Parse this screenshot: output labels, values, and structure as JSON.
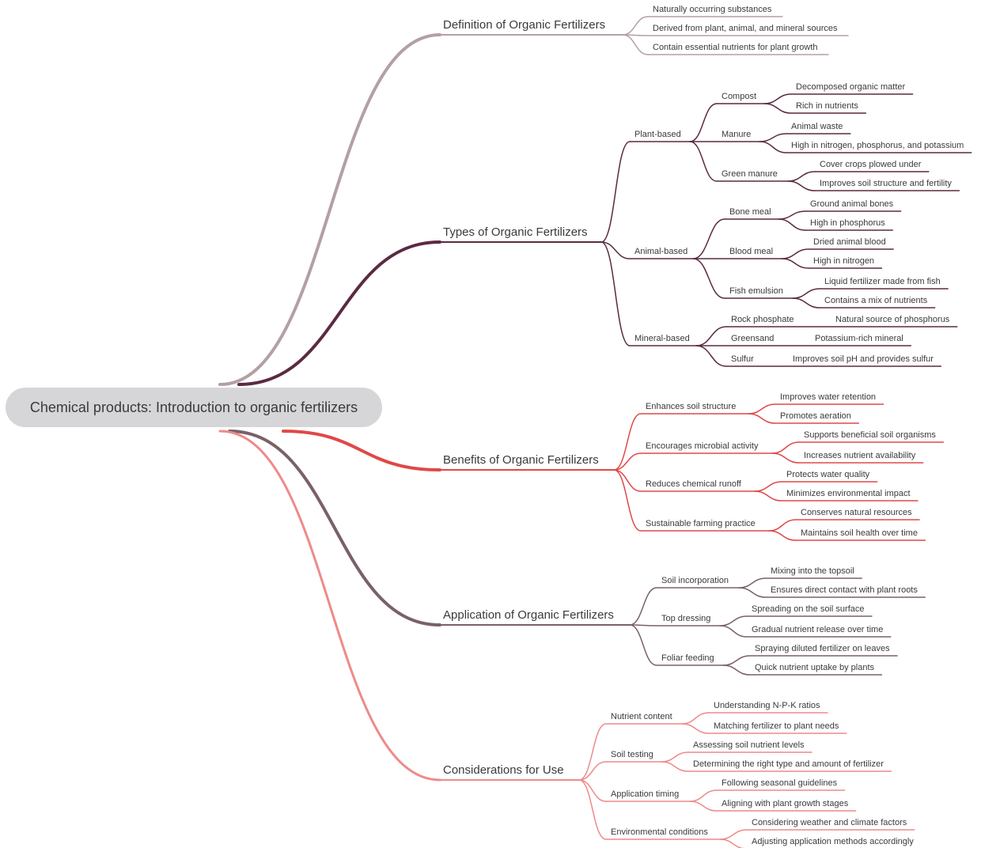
{
  "root": {
    "label": "Chemical products: Introduction to organic fertilizers"
  },
  "branches": [
    {
      "label": "Definition of Organic Fertilizers",
      "color": "#b3a0a3",
      "children": [
        {
          "label": "Naturally occurring substances"
        },
        {
          "label": "Derived from plant, animal, and mineral sources"
        },
        {
          "label": "Contain essential nutrients for plant growth"
        }
      ]
    },
    {
      "label": "Types of Organic Fertilizers",
      "color": "#5b2a42",
      "children": [
        {
          "label": "Plant-based",
          "children": [
            {
              "label": "Compost",
              "children": [
                {
                  "label": "Decomposed organic matter"
                },
                {
                  "label": "Rich in nutrients"
                }
              ]
            },
            {
              "label": "Manure",
              "children": [
                {
                  "label": "Animal waste"
                },
                {
                  "label": "High in nitrogen, phosphorus, and potassium"
                }
              ]
            },
            {
              "label": "Green manure",
              "children": [
                {
                  "label": "Cover crops plowed under"
                },
                {
                  "label": "Improves soil structure and fertility"
                }
              ]
            }
          ]
        },
        {
          "label": "Animal-based",
          "children": [
            {
              "label": "Bone meal",
              "children": [
                {
                  "label": "Ground animal bones"
                },
                {
                  "label": "High in phosphorus"
                }
              ]
            },
            {
              "label": "Blood meal",
              "children": [
                {
                  "label": "Dried animal blood"
                },
                {
                  "label": "High in nitrogen"
                }
              ]
            },
            {
              "label": "Fish emulsion",
              "children": [
                {
                  "label": "Liquid fertilizer made from fish"
                },
                {
                  "label": "Contains a mix of nutrients"
                }
              ]
            }
          ]
        },
        {
          "label": "Mineral-based",
          "children": [
            {
              "label": "Rock phosphate",
              "children": [
                {
                  "label": "Natural source of phosphorus"
                }
              ]
            },
            {
              "label": "Greensand",
              "children": [
                {
                  "label": "Potassium-rich mineral"
                }
              ]
            },
            {
              "label": "Sulfur",
              "children": [
                {
                  "label": "Improves soil pH and provides sulfur"
                }
              ]
            }
          ]
        }
      ]
    },
    {
      "label": "Benefits of Organic Fertilizers",
      "color": "#e04848",
      "children": [
        {
          "label": "Enhances soil structure",
          "children": [
            {
              "label": "Improves water retention"
            },
            {
              "label": "Promotes aeration"
            }
          ]
        },
        {
          "label": "Encourages microbial activity",
          "children": [
            {
              "label": "Supports beneficial soil organisms"
            },
            {
              "label": "Increases nutrient availability"
            }
          ]
        },
        {
          "label": "Reduces chemical runoff",
          "children": [
            {
              "label": "Protects water quality"
            },
            {
              "label": "Minimizes environmental impact"
            }
          ]
        },
        {
          "label": "Sustainable farming practice",
          "children": [
            {
              "label": "Conserves natural resources"
            },
            {
              "label": "Maintains soil health over time"
            }
          ]
        }
      ]
    },
    {
      "label": "Application of Organic Fertilizers",
      "color": "#7a6166",
      "children": [
        {
          "label": "Soil incorporation",
          "children": [
            {
              "label": "Mixing into the topsoil"
            },
            {
              "label": "Ensures direct contact with plant roots"
            }
          ]
        },
        {
          "label": "Top dressing",
          "children": [
            {
              "label": "Spreading on the soil surface"
            },
            {
              "label": "Gradual nutrient release over time"
            }
          ]
        },
        {
          "label": "Foliar feeding",
          "children": [
            {
              "label": "Spraying diluted fertilizer on leaves"
            },
            {
              "label": "Quick nutrient uptake by plants"
            }
          ]
        }
      ]
    },
    {
      "label": "Considerations for Use",
      "color": "#ee8a8a",
      "children": [
        {
          "label": "Nutrient content",
          "children": [
            {
              "label": "Understanding N-P-K ratios"
            },
            {
              "label": "Matching fertilizer to plant needs"
            }
          ]
        },
        {
          "label": "Soil testing",
          "children": [
            {
              "label": "Assessing soil nutrient levels"
            },
            {
              "label": "Determining the right type and amount of fertilizer"
            }
          ]
        },
        {
          "label": "Application timing",
          "children": [
            {
              "label": "Following seasonal guidelines"
            },
            {
              "label": "Aligning with plant growth stages"
            }
          ]
        },
        {
          "label": "Environmental conditions",
          "children": [
            {
              "label": "Considering weather and climate factors"
            },
            {
              "label": "Adjusting application methods accordingly"
            }
          ]
        }
      ]
    }
  ]
}
